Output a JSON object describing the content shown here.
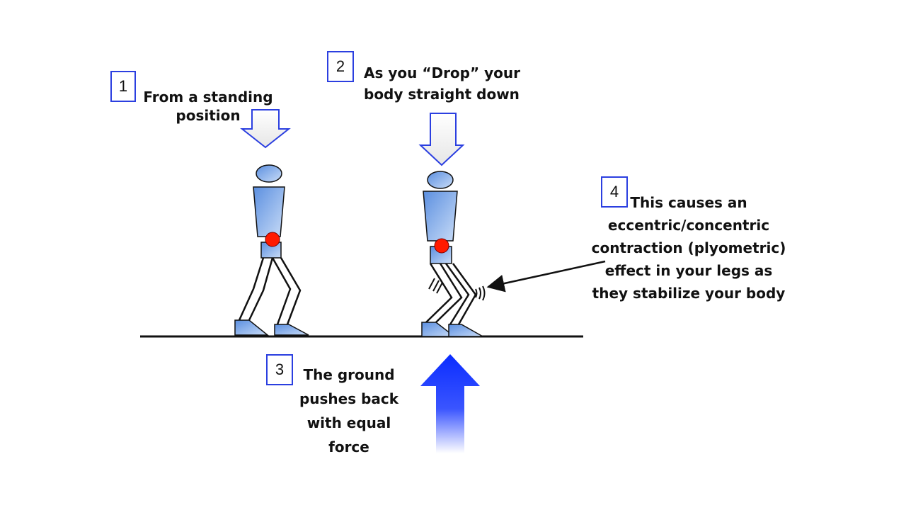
{
  "steps": [
    {
      "number": "1",
      "text": "From a standing\nposition"
    },
    {
      "number": "2",
      "text": "As you “Drop” your\nbody straight down"
    },
    {
      "number": "3",
      "text": "The ground\npushes back\nwith equal\nforce"
    },
    {
      "number": "4",
      "text": "This causes an\neccentric/concentric\ncontraction (plyometric)\neffect in your legs as\nthey stabilize your body"
    }
  ],
  "colors": {
    "figure_fill": "#8fb8ef",
    "figure_stroke": "#111111",
    "hip_marker": "#ff1a00",
    "box_border": "#2b3fe0",
    "force_arrow": "#0a2cff",
    "drop_arrow_stroke": "#2b3fe0"
  },
  "icons": {
    "hip-marker": "red-dot-icon",
    "drop-arrow": "down-arrow-icon",
    "force-arrow": "up-arrow-icon",
    "vibration": "vibration-lines-icon"
  }
}
